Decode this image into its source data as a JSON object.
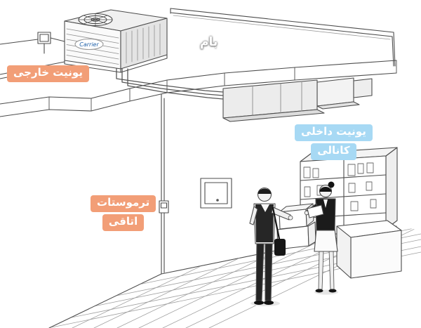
{
  "figure": {
    "brand": "Carrier",
    "labels": {
      "outdoor_unit": "یونیت خارجی",
      "roof": "بام",
      "indoor_unit_line1": "یونیت داخلی",
      "indoor_unit_line2": "کانالی",
      "thermostat_line1": "ترموستات",
      "thermostat_line2": "اتاقی"
    },
    "colors": {
      "outdoor_label_bg": "#f29e77",
      "indoor_label_bg": "#a7d9f4",
      "thermostat_label_bg": "#f29e77",
      "label_text": "#ffffff",
      "line_art": "#4c4c4c",
      "background": "#ffffff"
    }
  }
}
